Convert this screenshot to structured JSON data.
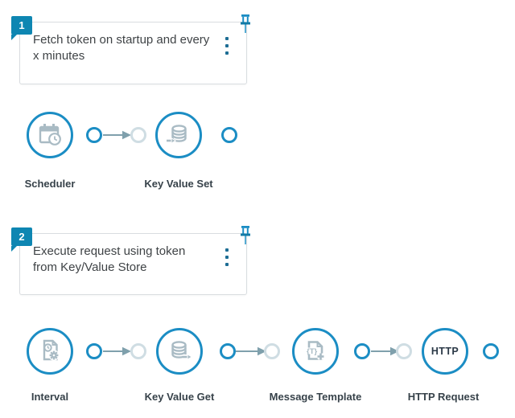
{
  "colors": {
    "accent_blue": "#1b8dc4",
    "badge_teal": "#0e86b2",
    "menu_dots": "#1d6d94",
    "icon_gray": "#a9bbc4",
    "arrow_gray": "#7fa0ac",
    "port_inactive": "#cfdde3",
    "note_text": "#3f4346",
    "label_text": "#37424a",
    "http_text": "#2b3947",
    "box_border": "#d9dde0"
  },
  "groups": [
    {
      "number": "1",
      "note_lines": [
        "Fetch token on startup and every",
        "x minutes"
      ],
      "nodes": [
        {
          "label": "Scheduler",
          "icon": "calendar-clock-icon"
        },
        {
          "label": "Key Value Set",
          "icon": "database-write-icon"
        }
      ]
    },
    {
      "number": "2",
      "note_lines": [
        "Execute request using token",
        "from Key/Value Store"
      ],
      "nodes": [
        {
          "label": "Interval",
          "icon": "document-clock-gear-icon"
        },
        {
          "label": "Key Value Get",
          "icon": "database-read-icon"
        },
        {
          "label": "Message Template",
          "icon": "template-plus-icon"
        },
        {
          "label": "HTTP Request",
          "icon_text": "HTTP"
        }
      ]
    }
  ]
}
